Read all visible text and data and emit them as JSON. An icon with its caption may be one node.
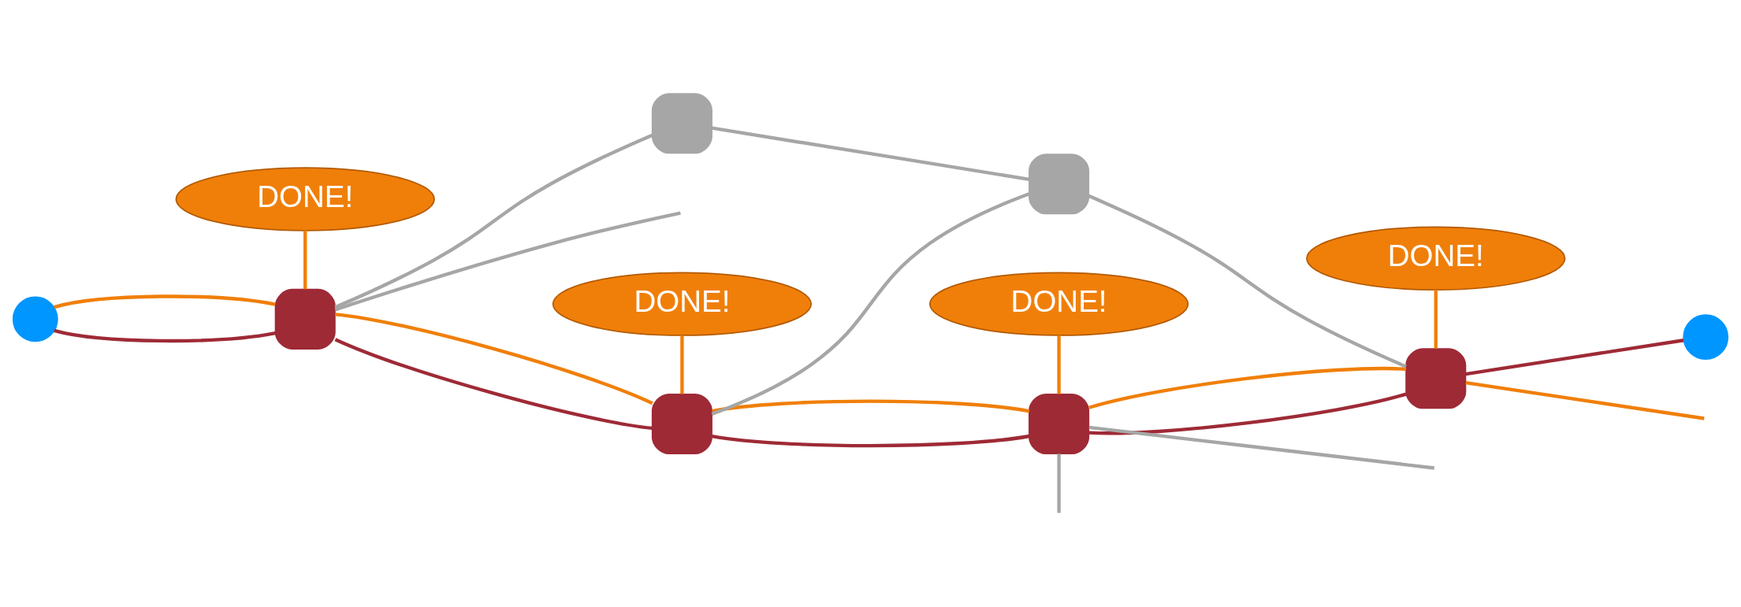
{
  "diagram": {
    "nodes": [
      {
        "text": [],
        "shape": "circle"
      },
      {
        "text": [],
        "shape": "box"
      },
      {
        "text": [],
        "shape": "box"
      },
      {
        "text": [],
        "shape": "box"
      },
      {
        "text": [],
        "shape": "box"
      },
      {
        "text": [],
        "shape": "circle"
      },
      {
        "text": [],
        "shape": "box"
      },
      {
        "text": [],
        "shape": "box"
      },
      {
        "text": [
          "DONE!"
        ]
      },
      {
        "text": [
          "DONE!"
        ]
      },
      {
        "text": [
          "DONE!"
        ]
      },
      {
        "text": [
          "DONE!"
        ]
      }
    ],
    "edges": [
      {
        "from": 0,
        "to": 1,
        "arrow": "none",
        "color": "#9e2a36"
      },
      {
        "from": 1,
        "to": 2,
        "arrow": "none",
        "color": "#9e2a36"
      },
      {
        "from": 2,
        "to": 3,
        "arrow": "none",
        "color": "#9e2a36"
      },
      {
        "from": 3,
        "to": 4,
        "arrow": "none",
        "color": "#9e2a36"
      },
      {
        "from": 4,
        "to": 5,
        "arrow": "none",
        "color": "#9e2a36"
      },
      {
        "from": 1,
        "to": 6,
        "arrow": "none",
        "color": "#a6a6a6"
      },
      {
        "from": 2,
        "to": 7,
        "arrow": "none",
        "color": "#a6a6a6"
      },
      {
        "from": 6,
        "to": 7,
        "arrow": "none",
        "color": "#a6a6a6"
      },
      {
        "from": 7,
        "to": 4,
        "arrow": "none",
        "color": "#a6a6a6"
      },
      {
        "from": 1,
        "to": null,
        "arrow": "none",
        "color": "#a6a6a6"
      },
      {
        "from": 3,
        "to": null,
        "arrow": "none",
        "color": "#a6a6a6"
      },
      {
        "from": 3,
        "to": null,
        "arrow": "none",
        "color": "#a6a6a6"
      },
      {
        "from": 0,
        "to": 1,
        "arrow": "none"
      },
      {
        "from": 1,
        "to": 2,
        "arrow": "none"
      },
      {
        "from": 2,
        "to": 3,
        "arrow": "none"
      },
      {
        "from": 3,
        "to": 4,
        "arrow": "none"
      },
      {
        "from": 4,
        "to": null,
        "arrow": "none"
      },
      {
        "from": 8,
        "to": 1,
        "arrow": "none"
      },
      {
        "from": 9,
        "to": 2,
        "arrow": "none"
      },
      {
        "from": 10,
        "to": 3,
        "arrow": "none"
      },
      {
        "from": 11,
        "to": 4,
        "arrow": "none"
      }
    ]
  }
}
